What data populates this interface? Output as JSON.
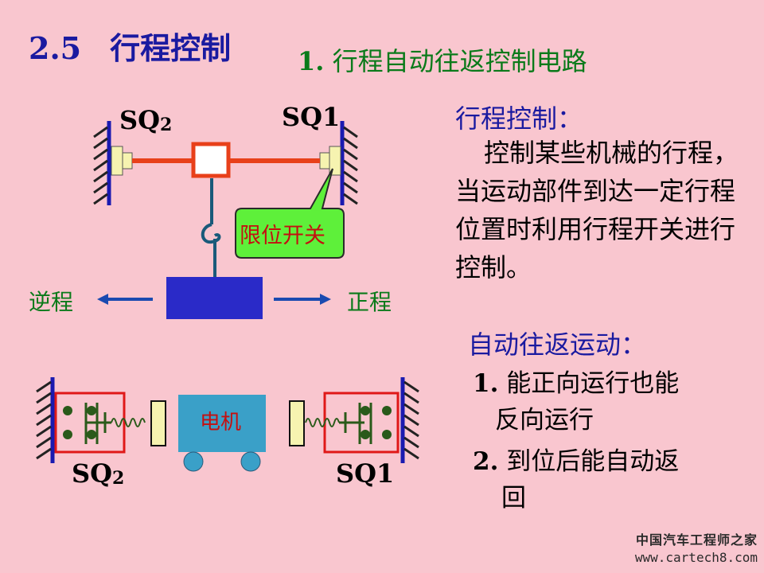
{
  "header": {
    "number": "2.5",
    "title": "行程控制"
  },
  "subtitle": {
    "number": "1.",
    "text": "行程自动往返控制电路"
  },
  "top_diagram": {
    "sq2_label": "SQ",
    "sq2_sub": "2",
    "sq1_label": "SQ1",
    "callout": "限位开关",
    "reverse_label": "逆程",
    "forward_label": "正程"
  },
  "bottom_diagram": {
    "motor_label": "电机",
    "sq2_label": "SQ",
    "sq2_sub": "2",
    "sq1_label": "SQ1"
  },
  "right_panel": {
    "heading1": "行程控制：",
    "paragraph": "控制某些机械的行程，当运动部件到达一定行程位置时利用行程开关进行控制。",
    "heading2": "自动往返运动：",
    "item1_num": "1.",
    "item1_line1": "能正向运行也能",
    "item1_line2": "反向运行",
    "item2_num": "2.",
    "item2_line1": "到位后能自动返",
    "item2_line2": "回"
  },
  "watermark": {
    "line1": "中国汽车工程师之家",
    "line2": "www.cartech8.com"
  },
  "colors": {
    "background": "#f9c6cf",
    "title_blue": "#1a1aa0",
    "text_green": "#0a7a1a",
    "rail_red": "#e8401a",
    "motor_blue": "#2a2ac8",
    "wall_blue": "#1a1ab0"
  }
}
